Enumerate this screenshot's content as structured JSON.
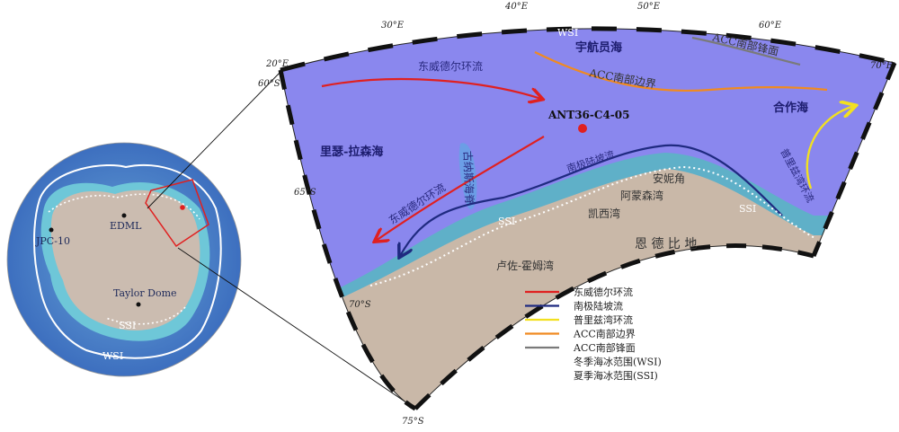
{
  "colors": {
    "ocean_deep": "#8a87ee",
    "shelf": "#5fb0c8",
    "land": "#c9b8a8",
    "edh_current": "#e02020",
    "slope_current": "#1f2a80",
    "prydz_current": "#f2e020",
    "acc_boundary": "#f08a20",
    "acc_front": "#7a7a7a",
    "wsi": "#ffffff",
    "ssi": "#ffffff",
    "site": "#e02020"
  },
  "inset": {
    "site_labels": {
      "jpc": "JPC-10",
      "edml": "EDML",
      "taylor": "Taylor Dome"
    },
    "ice_labels": {
      "ssi": "SSI",
      "wsi": "WSI"
    }
  },
  "main_map": {
    "longitudes": [
      "20°E",
      "30°E",
      "40°E",
      "50°E",
      "60°E",
      "70°E"
    ],
    "latitudes": [
      "60°S",
      "65°S",
      "70°S",
      "75°S"
    ],
    "seas": {
      "cosmonaut": "宇航员海",
      "cooperation": "合作海",
      "riiser_larsen": "里瑟-拉森海"
    },
    "land": {
      "enderby": "恩  德  比  地",
      "amery_cape": "安妮角",
      "amundsen_bay": "阿蒙森湾",
      "casey_bay": "凯西湾",
      "lutzow_holm": "卢佐-霍姆湾"
    },
    "current_labels": {
      "east_wind_upper": "东威德尔环流",
      "east_wind_lower": "东威德尔环流",
      "slope": "南极陆坡流",
      "prydz": "普里兹湾环流",
      "gunnerus": "古纳斯海脊",
      "acc_boundary": "ACC南部边界",
      "acc_front": "ACC南部锋面"
    },
    "ice_labels": {
      "wsi": "WSI",
      "ssi_left": "SSI",
      "ssi_right": "SSI"
    },
    "site": "ANT36-C4-05"
  },
  "legend": {
    "items": [
      {
        "label": "东威德尔环流",
        "color": "#e02020",
        "style": "solid"
      },
      {
        "label": "南极陆坡流",
        "color": "#1f2a80",
        "style": "solid"
      },
      {
        "label": "普里兹湾环流",
        "color": "#f2e020",
        "style": "solid"
      },
      {
        "label": "ACC南部边界",
        "color": "#f08a20",
        "style": "solid"
      },
      {
        "label": "ACC南部锋面",
        "color": "#7a7a7a",
        "style": "solid"
      },
      {
        "label": "冬季海冰范围(WSI)",
        "color": "#ffffff",
        "style": "solid"
      },
      {
        "label": "夏季海冰范围(SSI)",
        "color": "#ffffff",
        "style": "dotted"
      }
    ]
  }
}
